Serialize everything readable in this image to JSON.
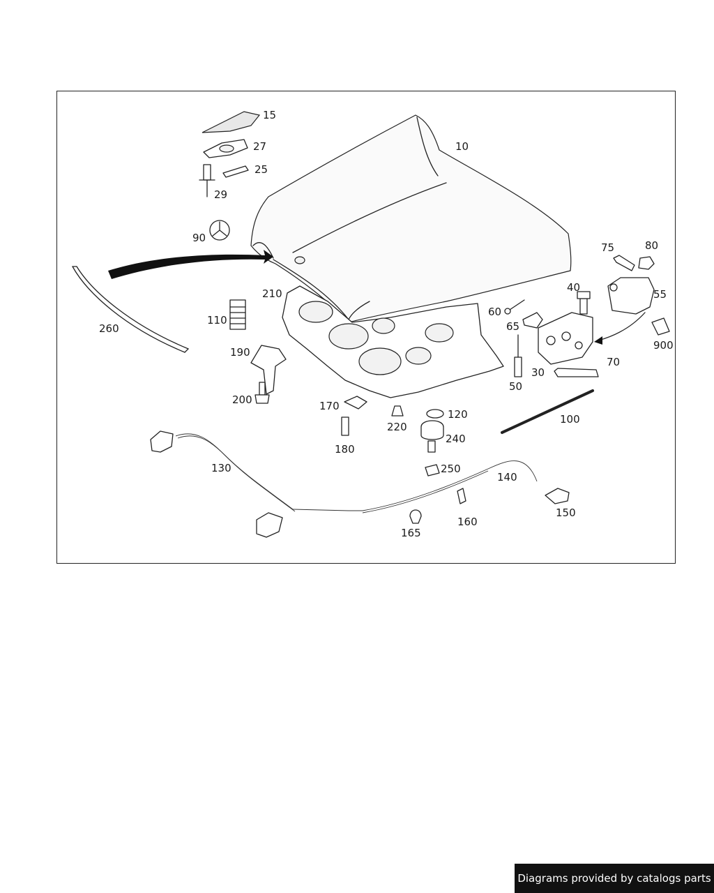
{
  "footer": {
    "text": "Diagrams provided by catalogs parts"
  },
  "parts": [
    {
      "id": "p15",
      "label": "15"
    },
    {
      "id": "p27",
      "label": "27"
    },
    {
      "id": "p25",
      "label": "25"
    },
    {
      "id": "p29",
      "label": "29"
    },
    {
      "id": "p10",
      "label": "10"
    },
    {
      "id": "p90",
      "label": "90"
    },
    {
      "id": "p75",
      "label": "75"
    },
    {
      "id": "p80",
      "label": "80"
    },
    {
      "id": "p40",
      "label": "40"
    },
    {
      "id": "p55",
      "label": "55"
    },
    {
      "id": "p210",
      "label": "210"
    },
    {
      "id": "p110",
      "label": "110"
    },
    {
      "id": "p60",
      "label": "60"
    },
    {
      "id": "p65",
      "label": "65"
    },
    {
      "id": "p260",
      "label": "260"
    },
    {
      "id": "p900",
      "label": "900"
    },
    {
      "id": "p190",
      "label": "190"
    },
    {
      "id": "p70",
      "label": "70"
    },
    {
      "id": "p30",
      "label": "30"
    },
    {
      "id": "p50",
      "label": "50"
    },
    {
      "id": "p200",
      "label": "200"
    },
    {
      "id": "p170",
      "label": "170"
    },
    {
      "id": "p120",
      "label": "120"
    },
    {
      "id": "p100",
      "label": "100"
    },
    {
      "id": "p220",
      "label": "220"
    },
    {
      "id": "p240",
      "label": "240"
    },
    {
      "id": "p180",
      "label": "180"
    },
    {
      "id": "p130",
      "label": "130"
    },
    {
      "id": "p250",
      "label": "250"
    },
    {
      "id": "p140",
      "label": "140"
    },
    {
      "id": "p150",
      "label": "150"
    },
    {
      "id": "p160",
      "label": "160"
    },
    {
      "id": "p165",
      "label": "165"
    }
  ]
}
